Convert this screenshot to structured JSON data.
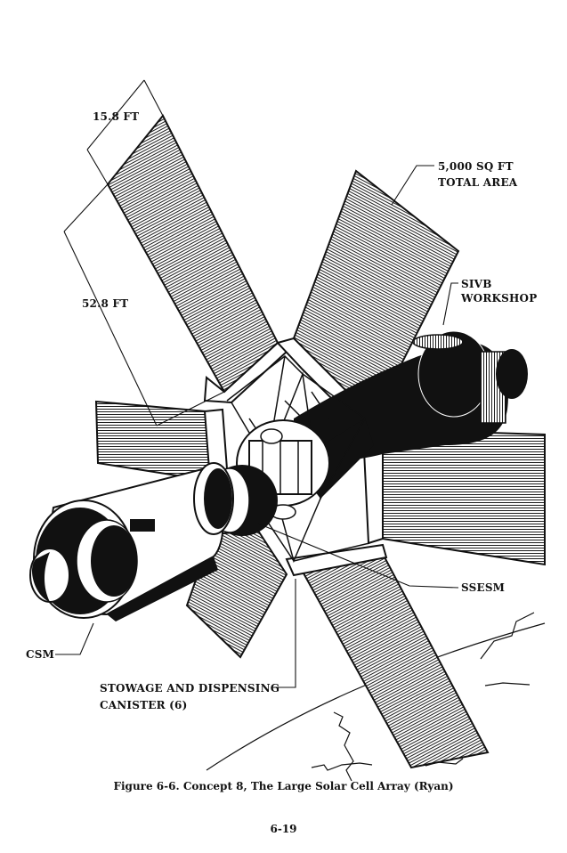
{
  "labels": {
    "width_dim": "15.8 FT",
    "length_dim": "52.8 FT",
    "total_area_line1": "5,000 SQ  FT",
    "total_area_line2": "TOTAL AREA",
    "sivb_line1": "SIVB",
    "sivb_line2": "WORKSHOP",
    "ssesm": "SSESM",
    "csm": "CSM",
    "stowage_line1": "STOWAGE AND DISPENSING",
    "stowage_line2": "CANISTER (6)"
  },
  "caption": "Figure 6-6.  Concept 8, The Large Solar Cell Array (Ryan)",
  "page_number": "6-19"
}
